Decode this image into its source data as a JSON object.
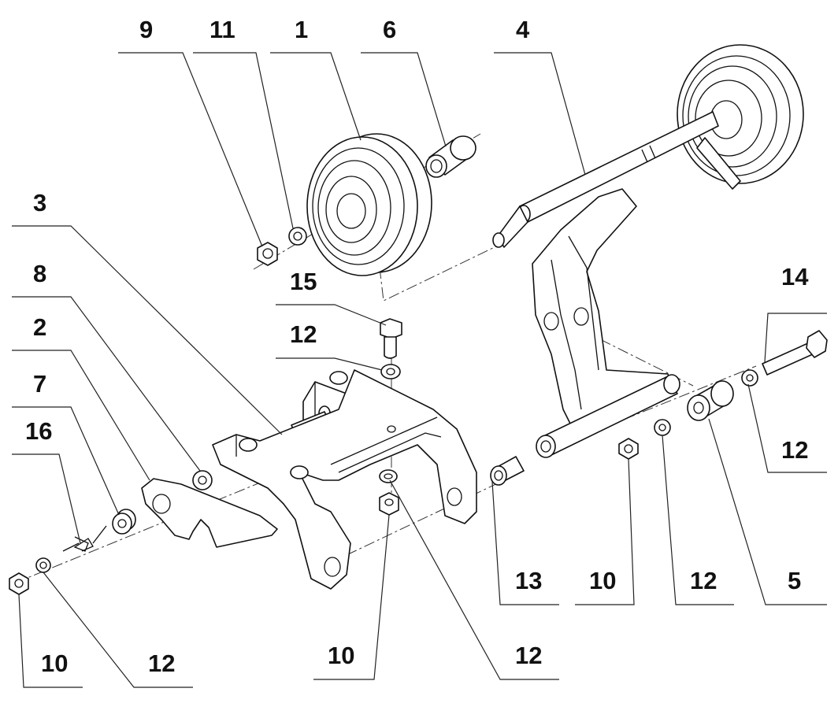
{
  "diagram": {
    "labels": [
      "9",
      "11",
      "1",
      "6",
      "4",
      "3",
      "8",
      "15",
      "12",
      "2",
      "7",
      "16",
      "14",
      "12",
      "13",
      "10",
      "12",
      "5",
      "10",
      "12",
      "10",
      "12"
    ]
  }
}
